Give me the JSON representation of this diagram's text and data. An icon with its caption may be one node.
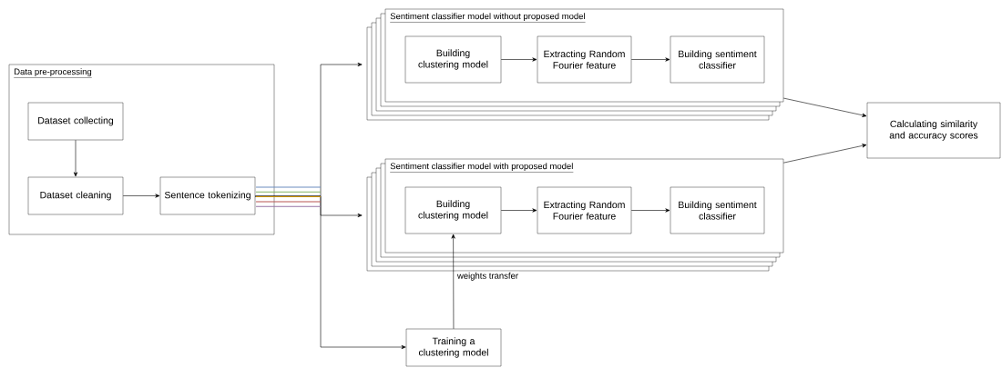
{
  "diagram": {
    "nodes": [
      {
        "text": [
          "Data pre-processing"
        ]
      },
      {
        "text": [
          "Dataset collecting"
        ],
        "in": 0
      },
      {
        "text": [
          "Dataset cleaning"
        ],
        "in": 0
      },
      {
        "text": [
          "Sentence tokenizing"
        ],
        "in": 0
      },
      {
        "text": [
          "Sentiment classifier model without proposed model"
        ]
      },
      {
        "text": [
          "Building clustering model"
        ],
        "in": 4
      },
      {
        "text": [
          "Extracting Random Fourier feature"
        ],
        "in": 4
      },
      {
        "text": [
          "Building sentiment classifier"
        ],
        "in": 4
      },
      {
        "text": [
          "Sentiment classifier model with proposed model"
        ]
      },
      {
        "text": [
          "Building clustering model"
        ],
        "in": 8
      },
      {
        "text": [
          "Extracting Random Fourier feature"
        ],
        "in": 8
      },
      {
        "text": [
          "Building sentiment classifier"
        ],
        "in": 8
      },
      {
        "text": [
          "Training a clustering model"
        ]
      },
      {
        "text": [
          "Calculating similarity and accuracy scores"
        ]
      }
    ],
    "edges": [
      {
        "from": 1,
        "to": 2,
        "arrow": "to"
      },
      {
        "from": 2,
        "to": 3,
        "arrow": "to"
      },
      {
        "from": 3,
        "to": 4,
        "arrow": "to"
      },
      {
        "from": 3,
        "to": 8,
        "arrow": "to"
      },
      {
        "from": 3,
        "to": 12,
        "arrow": "to"
      },
      {
        "from": 5,
        "to": 6,
        "arrow": "to"
      },
      {
        "from": 6,
        "to": 7,
        "arrow": "to"
      },
      {
        "from": 9,
        "to": 10,
        "arrow": "to"
      },
      {
        "from": 10,
        "to": 11,
        "arrow": "to"
      },
      {
        "from": 12,
        "to": 9,
        "label": "weights transfer",
        "arrow": "to"
      },
      {
        "from": 4,
        "to": 13,
        "arrow": "to"
      },
      {
        "from": 8,
        "to": 13,
        "arrow": "to"
      }
    ]
  }
}
